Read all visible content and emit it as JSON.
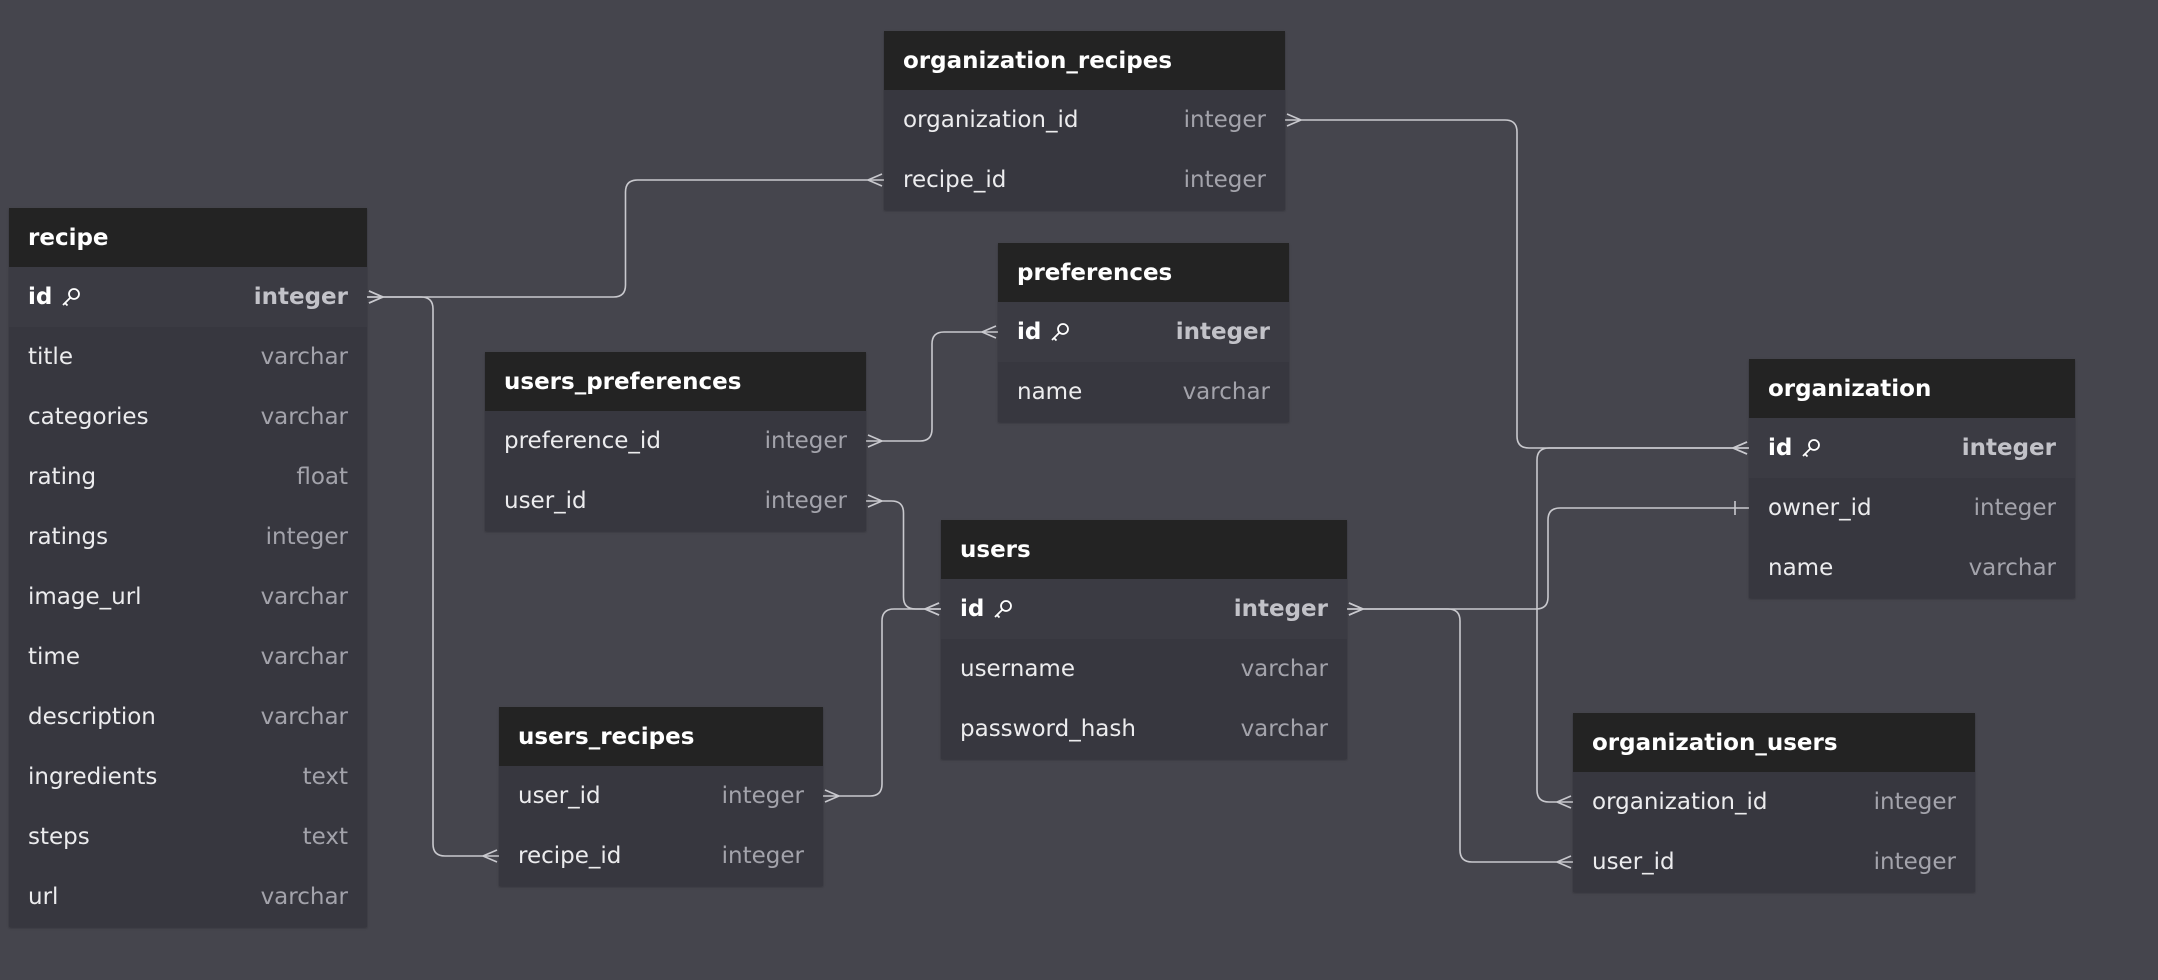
{
  "colors": {
    "background": "#45454d",
    "table_header": "#232323",
    "table_body": "#37373f",
    "edge": "#c9c9ce"
  },
  "tables": [
    {
      "id": "recipe",
      "name": "recipe",
      "columns": [
        {
          "name": "id",
          "type": "integer",
          "pk": true
        },
        {
          "name": "title",
          "type": "varchar"
        },
        {
          "name": "categories",
          "type": "varchar"
        },
        {
          "name": "rating",
          "type": "float"
        },
        {
          "name": "ratings",
          "type": "integer"
        },
        {
          "name": "image_url",
          "type": "varchar"
        },
        {
          "name": "time",
          "type": "varchar"
        },
        {
          "name": "description",
          "type": "varchar"
        },
        {
          "name": "ingredients",
          "type": "text"
        },
        {
          "name": "steps",
          "type": "text"
        },
        {
          "name": "url",
          "type": "varchar"
        }
      ]
    },
    {
      "id": "organization_recipes",
      "name": "organization_recipes",
      "columns": [
        {
          "name": "organization_id",
          "type": "integer"
        },
        {
          "name": "recipe_id",
          "type": "integer"
        }
      ]
    },
    {
      "id": "preferences",
      "name": "preferences",
      "columns": [
        {
          "name": "id",
          "type": "integer",
          "pk": true
        },
        {
          "name": "name",
          "type": "varchar"
        }
      ]
    },
    {
      "id": "users_preferences",
      "name": "users_preferences",
      "columns": [
        {
          "name": "preference_id",
          "type": "integer"
        },
        {
          "name": "user_id",
          "type": "integer"
        }
      ]
    },
    {
      "id": "users",
      "name": "users",
      "columns": [
        {
          "name": "id",
          "type": "integer",
          "pk": true
        },
        {
          "name": "username",
          "type": "varchar"
        },
        {
          "name": "password_hash",
          "type": "varchar"
        }
      ]
    },
    {
      "id": "users_recipes",
      "name": "users_recipes",
      "columns": [
        {
          "name": "user_id",
          "type": "integer"
        },
        {
          "name": "recipe_id",
          "type": "integer"
        }
      ]
    },
    {
      "id": "organization",
      "name": "organization",
      "columns": [
        {
          "name": "id",
          "type": "integer",
          "pk": true
        },
        {
          "name": "owner_id",
          "type": "integer"
        },
        {
          "name": "name",
          "type": "varchar"
        }
      ]
    },
    {
      "id": "organization_users",
      "name": "organization_users",
      "columns": [
        {
          "name": "organization_id",
          "type": "integer"
        },
        {
          "name": "user_id",
          "type": "integer"
        }
      ]
    }
  ],
  "relations": [
    {
      "from": "recipe.id",
      "to": "organization_recipes.recipe_id",
      "from_end": "many",
      "to_end": "many"
    },
    {
      "from": "recipe.id",
      "to": "users_recipes.recipe_id",
      "from_end": "many",
      "to_end": "many"
    },
    {
      "from": "organization_recipes.organization_id",
      "to": "organization.id",
      "from_end": "many",
      "to_end": "many"
    },
    {
      "from": "users_preferences.preference_id",
      "to": "preferences.id",
      "from_end": "many",
      "to_end": "many"
    },
    {
      "from": "users_preferences.user_id",
      "to": "users.id",
      "from_end": "many",
      "to_end": "many"
    },
    {
      "from": "users_recipes.user_id",
      "to": "users.id",
      "from_end": "many",
      "to_end": "many"
    },
    {
      "from": "users.id",
      "to": "organization.owner_id",
      "from_end": "many",
      "to_end": "one"
    },
    {
      "from": "users.id",
      "to": "organization_users.user_id",
      "from_end": "many",
      "to_end": "many"
    },
    {
      "from": "organization.id",
      "to": "organization_users.organization_id",
      "from_end": "many",
      "to_end": "many"
    }
  ]
}
